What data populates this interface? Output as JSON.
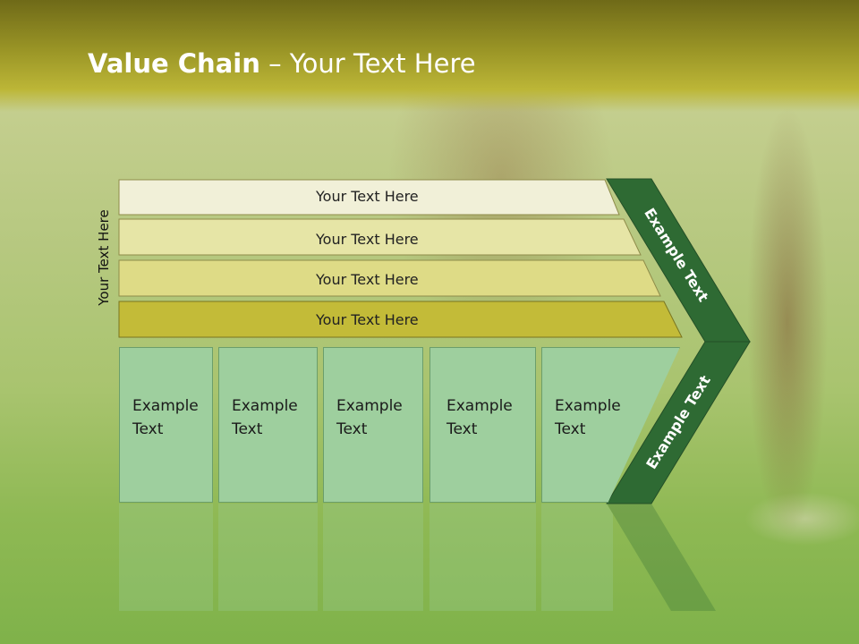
{
  "slide": {
    "title_bold": "Value Chain",
    "title_rest": " – Your Text Here",
    "side_label": "Your Text Here"
  },
  "rows": [
    {
      "label": "Your Text Here",
      "color": "#f1f0d8"
    },
    {
      "label": "Your Text Here",
      "color": "#e6e5a6"
    },
    {
      "label": "Your Text Here",
      "color": "#dedb86"
    },
    {
      "label": "Your Text Here",
      "color": "#c3bb38"
    }
  ],
  "columns": [
    {
      "line1": "Example",
      "line2": "Text"
    },
    {
      "line1": "Example",
      "line2": "Text"
    },
    {
      "line1": "Example",
      "line2": "Text"
    },
    {
      "line1": "Example",
      "line2": "Text"
    },
    {
      "line1": "Example",
      "line2": "Text"
    }
  ],
  "chevron": {
    "upper_label": "Example Text",
    "lower_label": "Example Text",
    "color": "#2e6a33"
  }
}
